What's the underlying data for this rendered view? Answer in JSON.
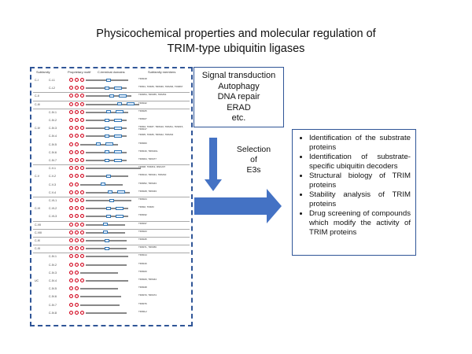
{
  "title": {
    "line1": "Physicochemical properties and molecular regulation of",
    "line2": "TRIM-type ubiquitin ligases"
  },
  "panel": {
    "header": [
      "Subfamily",
      "Proprietary motif",
      "C-terminal domains",
      "Subfamily members"
    ],
    "rows": [
      {
        "cls": "C-I",
        "sub": "C-I-1",
        "members": "TRIM18"
      },
      {
        "cls": "",
        "sub": "C-I-2",
        "members": "TRIM1, TRIM9, TRIM36, TRIM46, TRIM67"
      },
      {
        "cls": "C-II",
        "sub": "",
        "members": "TRIM54, TRIM55, TRIM63"
      },
      {
        "cls": "C-III",
        "sub": "",
        "members": "TRIM42"
      },
      {
        "cls": "",
        "sub": "C-IV-1",
        "members": "TRIM25"
      },
      {
        "cls": "",
        "sub": "C-IV-2",
        "members": "TRIM27"
      },
      {
        "cls": "C-IV",
        "sub": "C-IV-3",
        "members": "TRIM4, TRIM7, TRIM10, TRIM11, TRIM15, TRIM17"
      },
      {
        "cls": "",
        "sub": "C-IV-4",
        "members": "TRIM5, TRIM6, TRIM22, TRIM34"
      },
      {
        "cls": "",
        "sub": "C-IV-5",
        "members": "TRIM60"
      },
      {
        "cls": "",
        "sub": "C-IV-6",
        "members": "TRIM16, TRIM16L"
      },
      {
        "cls": "",
        "sub": "C-IV-7",
        "members": "TRIM64, TRIM77"
      },
      {
        "cls": "",
        "sub": "C-V-1",
        "members": "TRIM8, TRIM19, RNF207"
      },
      {
        "cls": "C-V",
        "sub": "C-V-2",
        "members": "TRIM13, TRIM31, TRIM40"
      },
      {
        "cls": "",
        "sub": "C-V-3",
        "members": "TRIM52, TRIM43"
      },
      {
        "cls": "",
        "sub": "C-V-4",
        "members": "TRIM28, TRIM33"
      },
      {
        "cls": "",
        "sub": "C-VI-1",
        "members": "TRIM24"
      },
      {
        "cls": "C-VI",
        "sub": "C-VI-2",
        "members": "TRIM2, TRIM3"
      },
      {
        "cls": "",
        "sub": "C-VI-3",
        "members": "TRIM32"
      },
      {
        "cls": "C-VII",
        "sub": "",
        "members": "TRIM37"
      },
      {
        "cls": "C-VIII",
        "sub": "",
        "members": "TRIM23"
      },
      {
        "cls": "C-IX",
        "sub": "",
        "members": "TRIM45"
      },
      {
        "cls": "C-XI",
        "sub": "",
        "members": "TRIM71, TRIM56"
      },
      {
        "cls": "",
        "sub": "C-IV-1",
        "members": "TRIM14"
      },
      {
        "cls": "",
        "sub": "C-IV-2",
        "members": "TRIM16"
      },
      {
        "cls": "",
        "sub": "C-IV-3",
        "members": "TRIM20"
      },
      {
        "cls": "UC",
        "sub": "C-IV-4",
        "members": "TRIM29, TRIM44"
      },
      {
        "cls": "",
        "sub": "C-IV-5",
        "members": "TRIM48"
      },
      {
        "cls": "",
        "sub": "C-IV-6",
        "members": "TRIM70, TRIM74"
      },
      {
        "cls": "",
        "sub": "C-IV-7",
        "members": "TRIM76"
      },
      {
        "cls": "",
        "sub": "C-IV-8",
        "members": "TRIML2"
      }
    ]
  },
  "signal_box": {
    "lines": [
      "Signal transduction",
      "Autophagy",
      "DNA repair",
      "ERAD",
      "etc."
    ]
  },
  "selection": {
    "lines": [
      "Selection",
      "of",
      "E3s"
    ]
  },
  "research_box": {
    "items": [
      "Identification of the substrate proteins",
      "Identification of substrate-specific ubiquitin decoders",
      "Structural biology of TRIM proteins",
      "Stability analysis of TRIM proteins",
      "Drug screening of compounds which modify the activity of TRIM proteins"
    ]
  },
  "colors": {
    "frame": "#2f5597",
    "arrow": "#4472c4",
    "motif": "#d0021b"
  }
}
